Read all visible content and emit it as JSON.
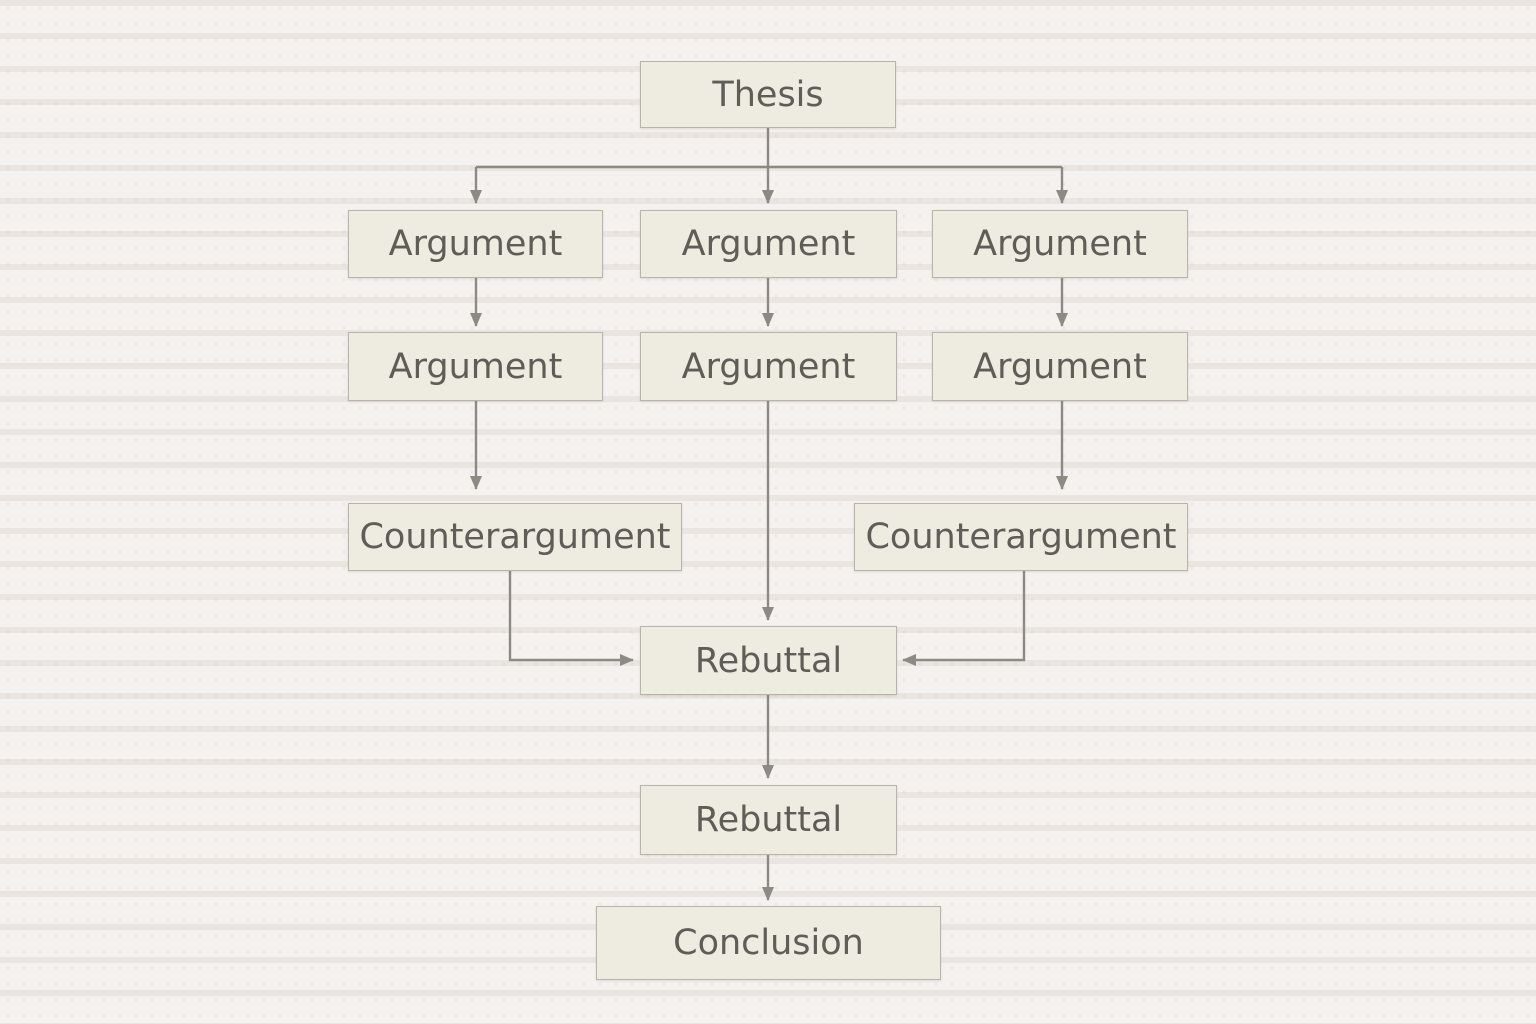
{
  "diagram": {
    "nodes": {
      "thesis": "Thesis",
      "argument_top_left": "Argument",
      "argument_top_center": "Argument",
      "argument_top_right": "Argument",
      "argument_mid_left": "Argument",
      "argument_mid_center": "Argument",
      "argument_mid_right": "Argument",
      "counterargument_left": "Counterargument",
      "counterargument_right": "Counterargument",
      "rebuttal_first": "Rebuttal",
      "rebuttal_second": "Rebuttal",
      "conclusion": "Conclusion"
    },
    "edges": [
      [
        "thesis",
        "argument_top_left"
      ],
      [
        "thesis",
        "argument_top_center"
      ],
      [
        "thesis",
        "argument_top_right"
      ],
      [
        "argument_top_left",
        "argument_mid_left"
      ],
      [
        "argument_top_center",
        "argument_mid_center"
      ],
      [
        "argument_top_right",
        "argument_mid_right"
      ],
      [
        "argument_mid_left",
        "counterargument_left"
      ],
      [
        "argument_mid_center",
        "rebuttal_first"
      ],
      [
        "argument_mid_right",
        "counterargument_right"
      ],
      [
        "counterargument_left",
        "rebuttal_first"
      ],
      [
        "counterargument_right",
        "rebuttal_first"
      ],
      [
        "rebuttal_first",
        "rebuttal_second"
      ],
      [
        "rebuttal_second",
        "conclusion"
      ]
    ],
    "colors": {
      "background": "#f5f1ef",
      "box_fill": "#eeebe1",
      "box_border": "#b9b4a9",
      "text": "#5f5d57",
      "connector": "#8d8a83"
    }
  }
}
